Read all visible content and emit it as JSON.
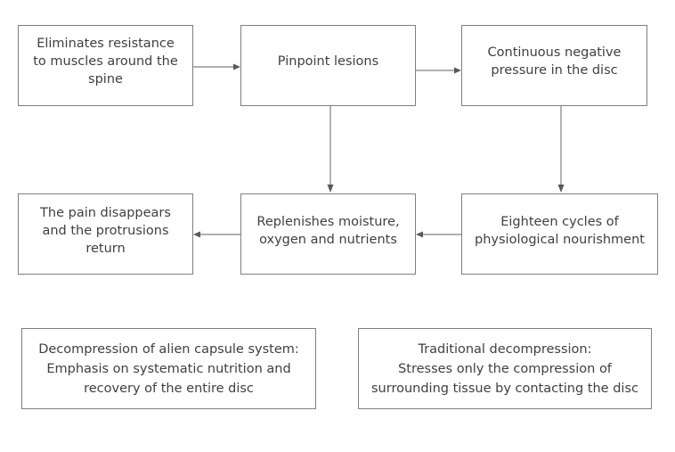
{
  "flow": {
    "nodes": [
      {
        "id": "eliminates-resistance",
        "text": "Eliminates resistance\nto muscles  around  the\nspine"
      },
      {
        "id": "pinpoint-lesions",
        "text": "Pinpoint lesions"
      },
      {
        "id": "continuous-negative-pressure",
        "text": "Continuous negative\npressure in the disc"
      },
      {
        "id": "pain-disappears",
        "text": "The pain disappears\nand the protrusions\nreturn"
      },
      {
        "id": "replenishes-moisture",
        "text": "Replenishes moisture,\noxygen and nutrients"
      },
      {
        "id": "eighteen-cycles",
        "text": "Eighteen cycles of\nphysiological nourishment"
      }
    ],
    "edges": [
      {
        "from": "eliminates-resistance",
        "to": "pinpoint-lesions"
      },
      {
        "from": "pinpoint-lesions",
        "to": "continuous-negative-pressure"
      },
      {
        "from": "pinpoint-lesions",
        "to": "replenishes-moisture"
      },
      {
        "from": "continuous-negative-pressure",
        "to": "eighteen-cycles"
      },
      {
        "from": "eighteen-cycles",
        "to": "replenishes-moisture"
      },
      {
        "from": "replenishes-moisture",
        "to": "pain-disappears"
      }
    ]
  },
  "notes": [
    {
      "id": "alien-capsule",
      "text": "Decompression of alien capsule system:\nEmphasis on systematic nutrition and\nrecovery of the entire disc"
    },
    {
      "id": "traditional",
      "text": "Traditional decompression:\nStresses only the compression of\nsurrounding tissue by contacting the disc"
    }
  ],
  "colors": {
    "border": "#7f7f7f",
    "text": "#404040",
    "arrow": "#595959"
  }
}
